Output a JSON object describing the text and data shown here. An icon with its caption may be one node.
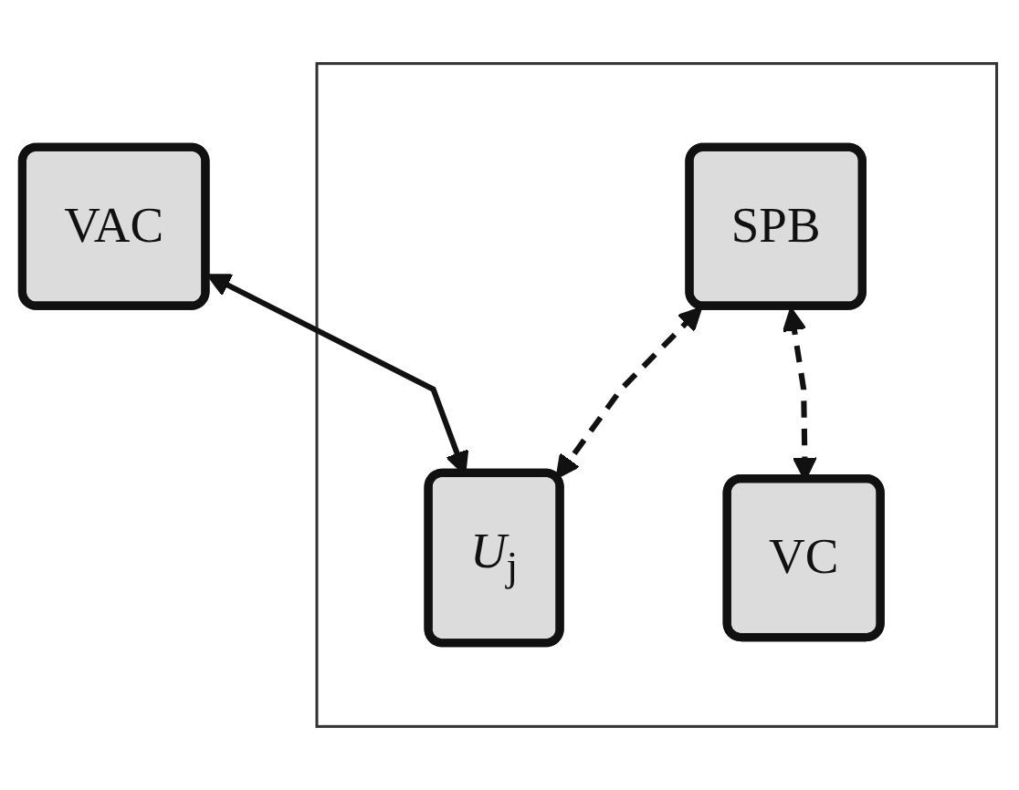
{
  "diagram": {
    "nodes": [
      {
        "text": [],
        "shape": "box"
      },
      {
        "text": [
          "SPB"
        ],
        "in": 0
      },
      {
        "text": [
          "VAC"
        ]
      },
      {
        "text": [
          "*U*$_{j}$"
        ],
        "in": 0
      },
      {
        "text": [
          "VC"
        ],
        "in": 0
      }
    ],
    "edges": [
      {
        "from": 1,
        "to": 3,
        "arrow": "both",
        "style": "dashed"
      },
      {
        "from": 1,
        "to": 4,
        "arrow": "both",
        "style": "dashed"
      },
      {
        "from": 2,
        "to": 3,
        "arrow": "both"
      }
    ]
  }
}
